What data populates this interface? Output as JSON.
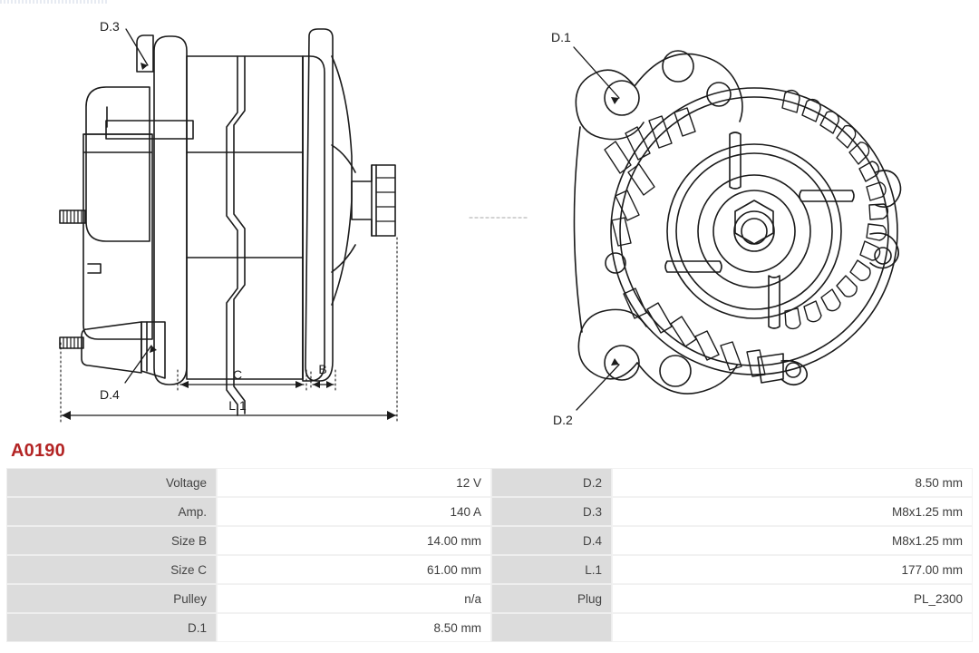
{
  "part": {
    "code": "A0190"
  },
  "drawing": {
    "callouts": {
      "d3": "D.3",
      "d4": "D.4",
      "d1": "D.1",
      "d2": "D.2"
    },
    "dimensions": {
      "b": "B",
      "c": "C",
      "l1": "L.1"
    }
  },
  "spec_table": {
    "left": [
      {
        "label": "Voltage",
        "value": "12 V"
      },
      {
        "label": "Amp.",
        "value": "140 A"
      },
      {
        "label": "Size B",
        "value": "14.00 mm"
      },
      {
        "label": "Size C",
        "value": "61.00 mm"
      },
      {
        "label": "Pulley",
        "value": "n/a"
      },
      {
        "label": "D.1",
        "value": "8.50 mm"
      }
    ],
    "right": [
      {
        "label": "D.2",
        "value": "8.50 mm"
      },
      {
        "label": "D.3",
        "value": "M8x1.25 mm"
      },
      {
        "label": "D.4",
        "value": "M8x1.25 mm"
      },
      {
        "label": "L.1",
        "value": "177.00 mm"
      },
      {
        "label": "Plug",
        "value": "PL_2300"
      },
      {
        "label": "",
        "value": ""
      }
    ]
  },
  "colors": {
    "title": "#b32424",
    "label_cell_bg": "#dcdcdc",
    "line": "#1b1b1b"
  }
}
